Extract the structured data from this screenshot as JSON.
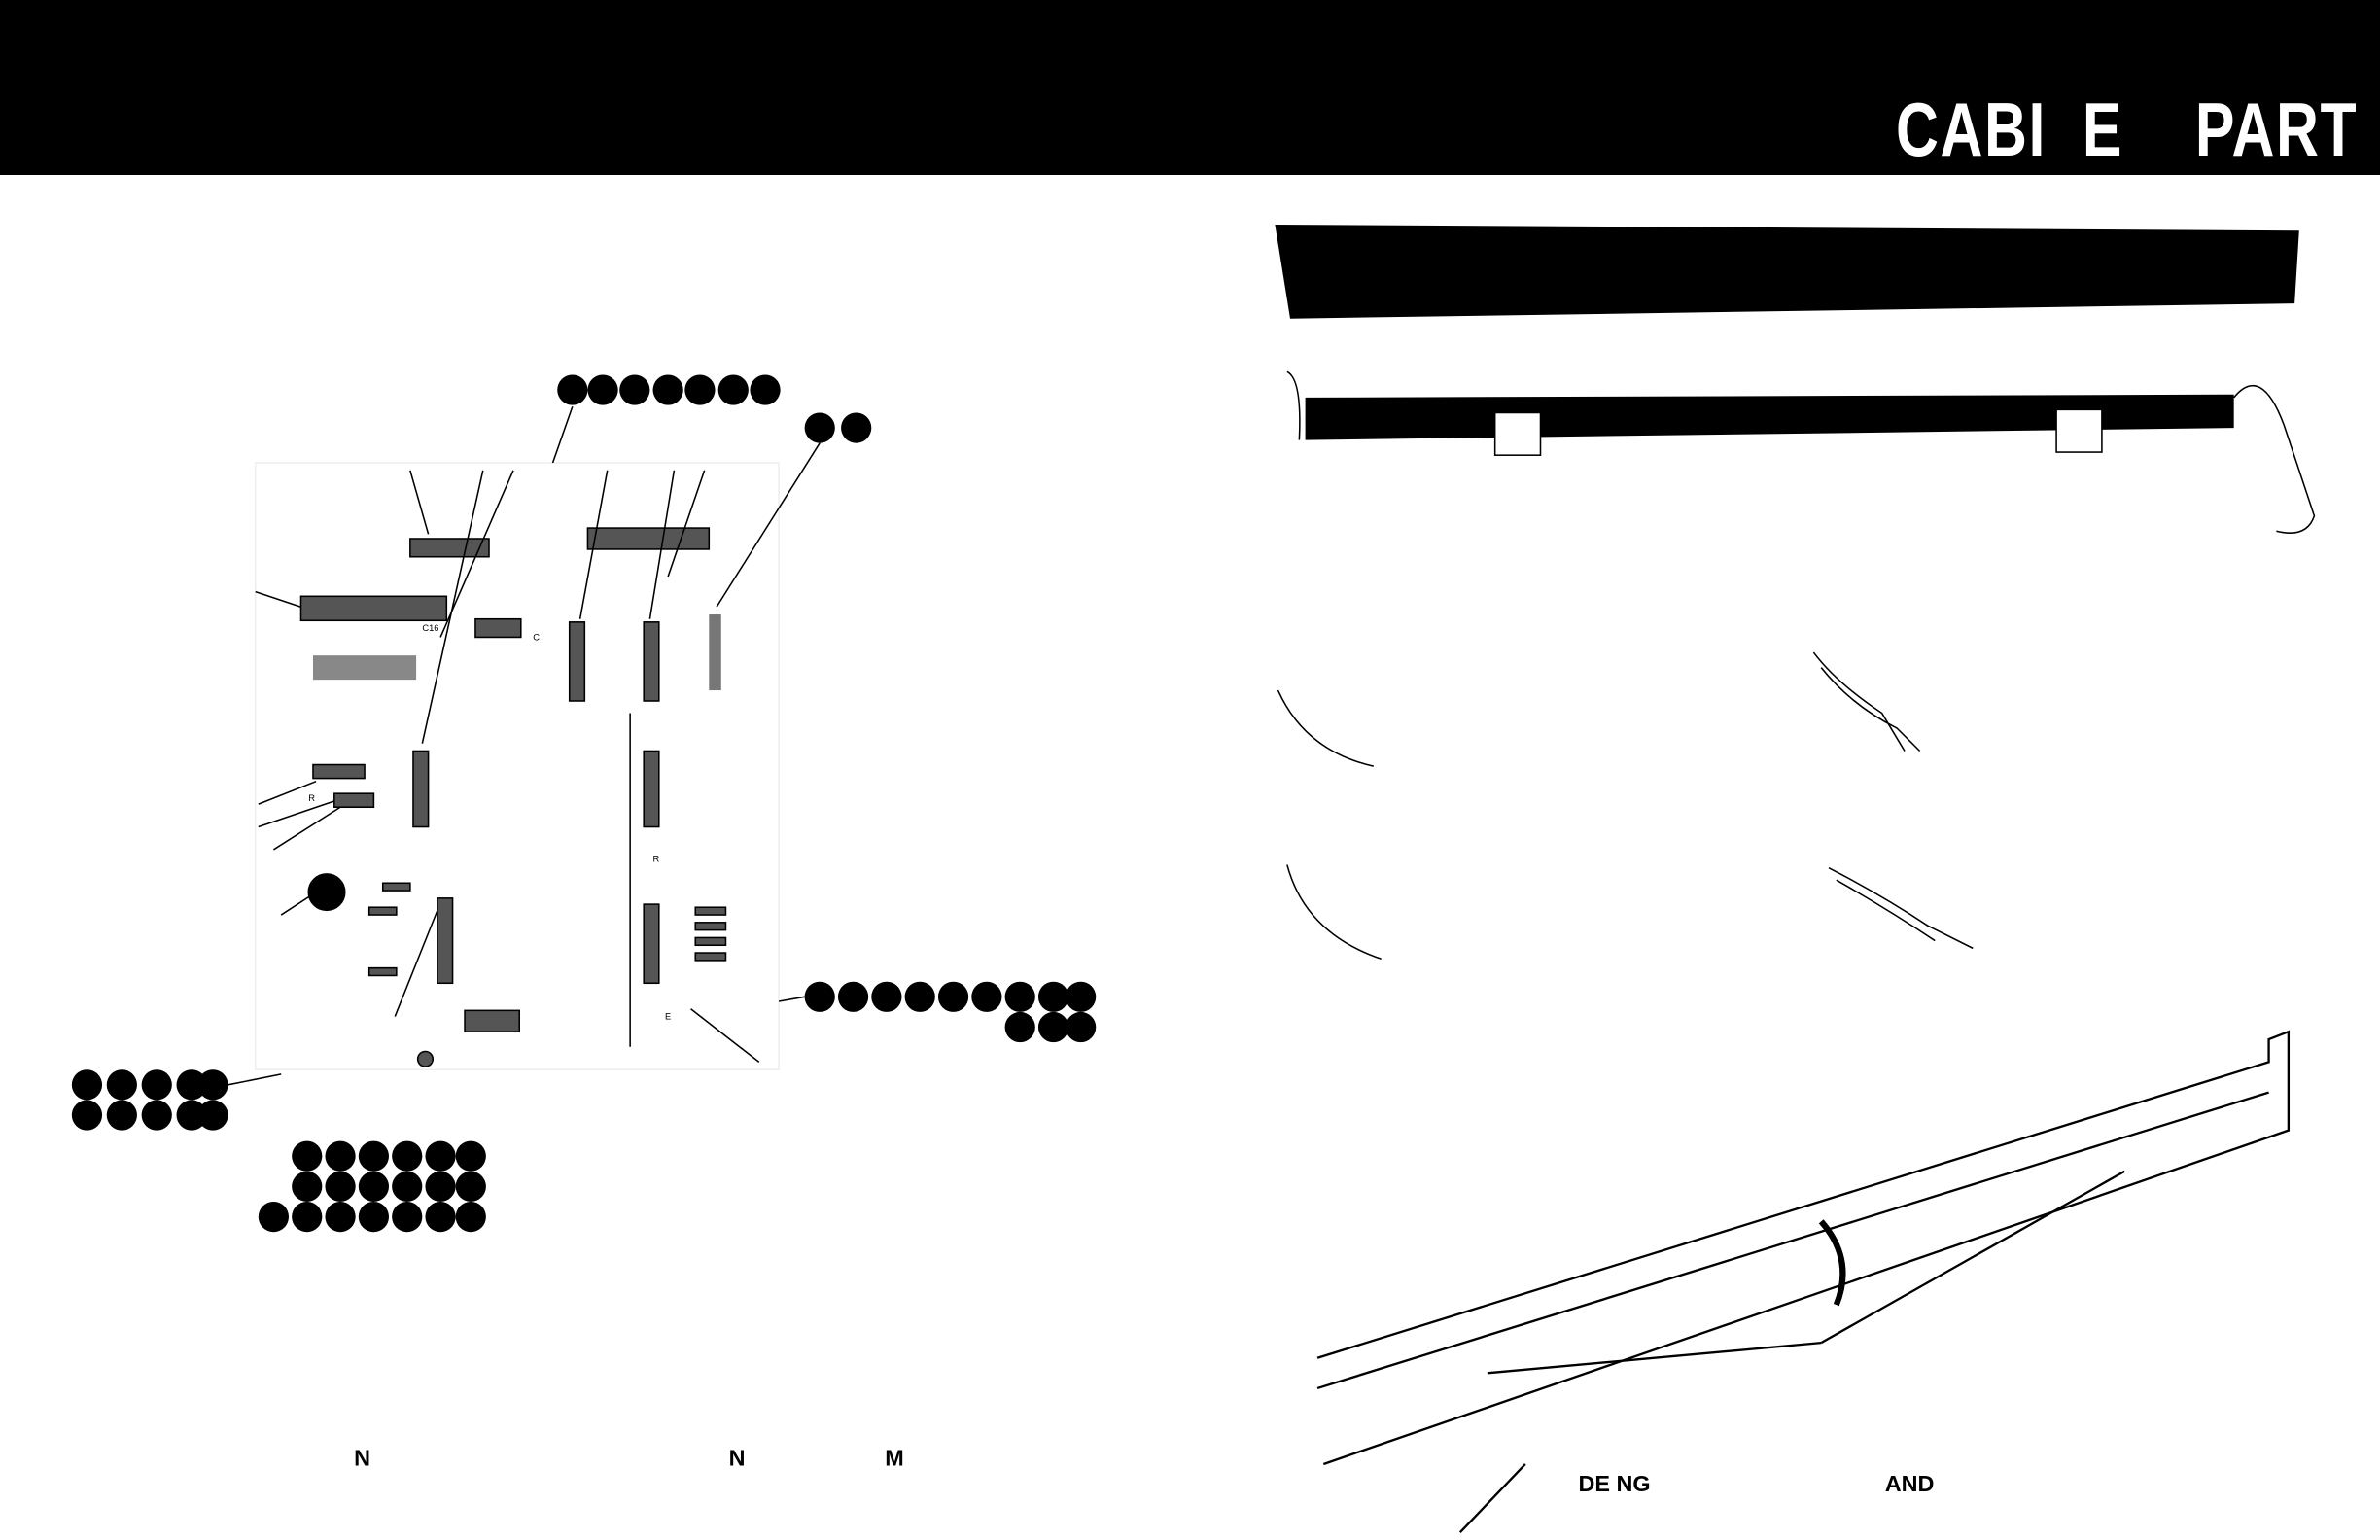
{
  "header": {
    "title": "CABI  E    PART"
  },
  "left_page": {
    "caption_fragments": [
      "N",
      "N",
      "M"
    ],
    "component_labels": [
      "C16",
      "C",
      "R",
      "R",
      "E"
    ]
  },
  "right_page": {
    "caption_fragments": [
      "DE  NG",
      "AND"
    ]
  }
}
